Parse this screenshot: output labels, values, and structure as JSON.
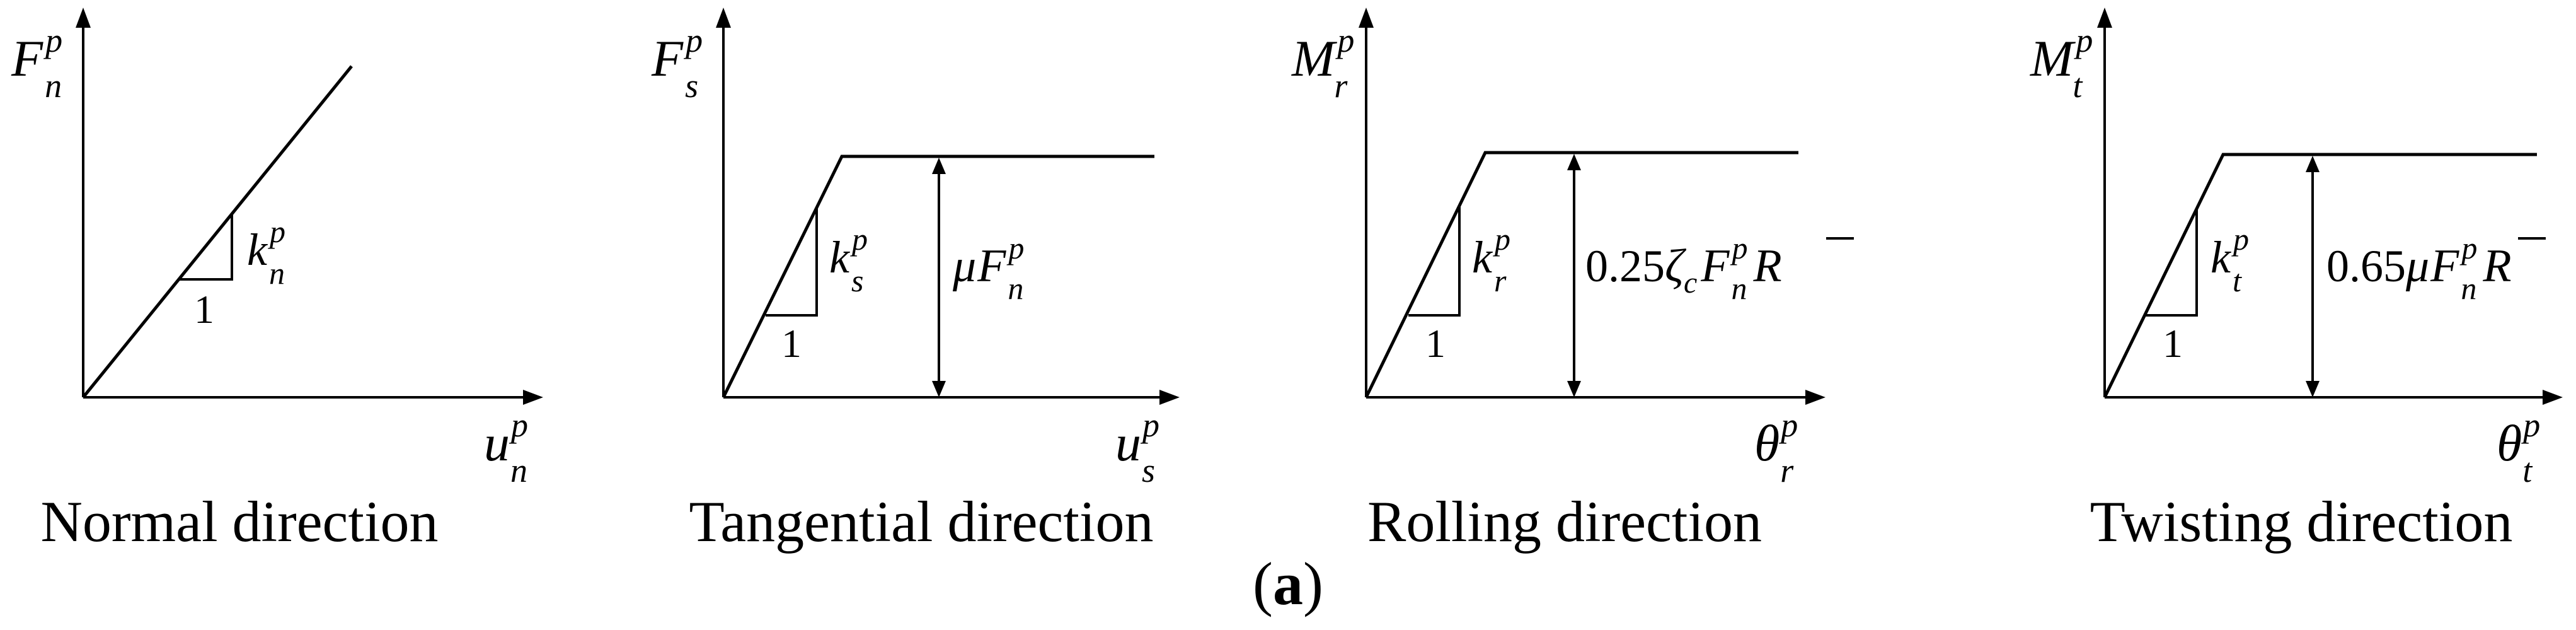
{
  "panels": [
    {
      "caption": "Normal direction",
      "y_axis": {
        "main": "F",
        "sup": "p",
        "sub": "n"
      },
      "x_axis": {
        "main": "u",
        "sup": "p",
        "sub": "n"
      },
      "slope": {
        "main": "k",
        "sup": "p",
        "sub": "n"
      },
      "run_label": "1"
    },
    {
      "caption": "Tangential direction",
      "y_axis": {
        "main": "F",
        "sup": "p",
        "sub": "s"
      },
      "x_axis": {
        "main": "u",
        "sup": "p",
        "sub": "s"
      },
      "slope": {
        "main": "k",
        "sup": "p",
        "sub": "s"
      },
      "run_label": "1",
      "limit": {
        "coef": "μ",
        "main": "F",
        "sup": "p",
        "sub": "n",
        "tail": ""
      }
    },
    {
      "caption": "Rolling direction",
      "y_axis": {
        "main": "M",
        "sup": "p",
        "sub": "r"
      },
      "x_axis": {
        "main": "θ",
        "sup": "p",
        "sub": "r"
      },
      "slope": {
        "main": "k",
        "sup": "p",
        "sub": "r"
      },
      "run_label": "1",
      "limit": {
        "prefix": "0.25",
        "zeta": "ζ",
        "zeta_sub": "c",
        "main": "F",
        "sup": "p",
        "sub": "n",
        "tail": "R"
      }
    },
    {
      "caption": "Twisting direction",
      "y_axis": {
        "main": "M",
        "sup": "p",
        "sub": "t"
      },
      "x_axis": {
        "main": "θ",
        "sup": "p",
        "sub": "t"
      },
      "slope": {
        "main": "k",
        "sup": "p",
        "sub": "t"
      },
      "run_label": "1",
      "limit": {
        "prefix": "0.65",
        "coef": "μ",
        "main": "F",
        "sup": "p",
        "sub": "n",
        "tail": "R"
      }
    }
  ],
  "figure_label": {
    "open": "(",
    "letter": "a",
    "close": ")"
  }
}
